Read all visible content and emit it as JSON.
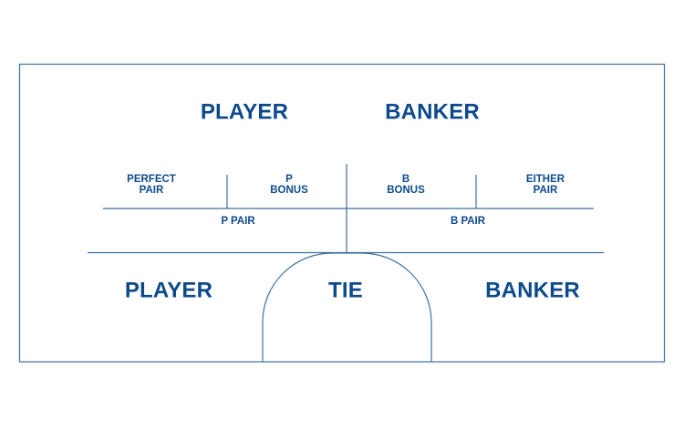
{
  "colors": {
    "text": "#0d4a8b",
    "lines": "#3f6f9c",
    "background": "#ffffff"
  },
  "labels": {
    "player_top": "PLAYER",
    "banker_top": "BANKER",
    "perfect_pair_line1": "PERFECT",
    "perfect_pair_line2": "PAIR",
    "p_bonus_line1": "P",
    "p_bonus_line2": "BONUS",
    "b_bonus_line1": "B",
    "b_bonus_line2": "BONUS",
    "either_pair_line1": "EITHER",
    "either_pair_line2": "PAIR",
    "p_pair": "P PAIR",
    "b_pair": "B PAIR",
    "player_bottom": "PLAYER",
    "tie": "TIE",
    "banker_bottom": "BANKER"
  }
}
